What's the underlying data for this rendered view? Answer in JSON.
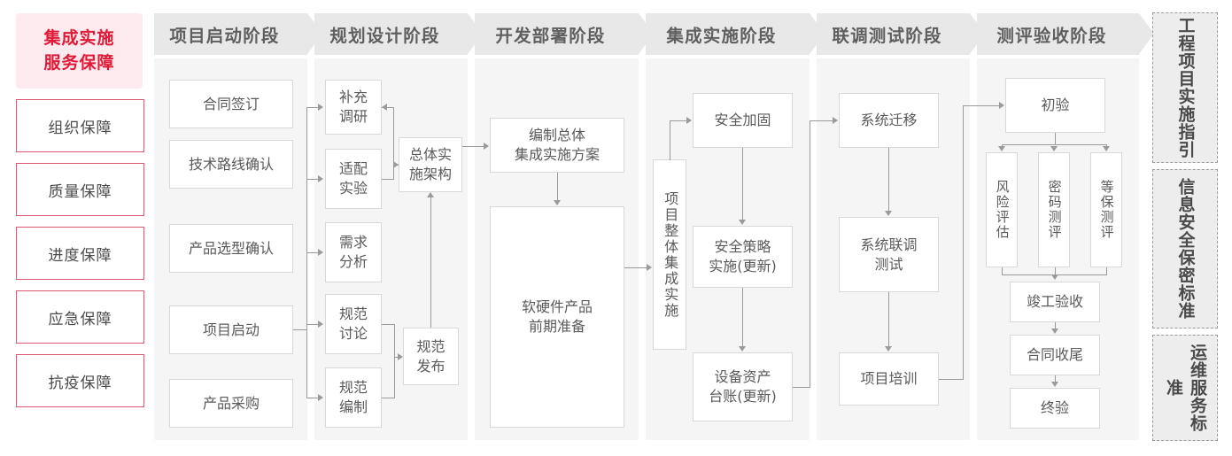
{
  "guarantee": {
    "title": "集成实施\n服务保障",
    "title_line1": "集成实施",
    "title_line2": "服务保障",
    "accent_color": "#e01a36",
    "title_bg": "#fdeaee",
    "border_color": "#e0566e",
    "items": [
      {
        "label": "组织保障"
      },
      {
        "label": "质量保障"
      },
      {
        "label": "进度保障"
      },
      {
        "label": "应急保障"
      },
      {
        "label": "抗疫保障"
      }
    ]
  },
  "phases": [
    {
      "id": "startup",
      "header": "项目启动阶段",
      "nodes": [
        {
          "id": "contract",
          "label": "合同签订"
        },
        {
          "id": "techroute",
          "label": "技术路线确认"
        },
        {
          "id": "product-select",
          "label": "产品选型确认"
        },
        {
          "id": "project-start",
          "label": "项目启动"
        },
        {
          "id": "procurement",
          "label": "产品采购"
        }
      ]
    },
    {
      "id": "planning",
      "header": "规划设计阶段",
      "nodes": [
        {
          "id": "supp-research",
          "label": "补充\n调研",
          "l1": "补充",
          "l2": "调研"
        },
        {
          "id": "adapt-test",
          "label": "适配\n实验",
          "l1": "适配",
          "l2": "实验"
        },
        {
          "id": "req-analysis",
          "label": "需求\n分析",
          "l1": "需求",
          "l2": "分析"
        },
        {
          "id": "spec-discuss",
          "label": "规范\n讨论",
          "l1": "规范",
          "l2": "讨论"
        },
        {
          "id": "spec-draft",
          "label": "规范\n编制",
          "l1": "规范",
          "l2": "编制"
        },
        {
          "id": "overall-arch",
          "label": "总体实\n施架构",
          "l1": "总体实",
          "l2": "施架构"
        },
        {
          "id": "spec-release",
          "label": "规范\n发布",
          "l1": "规范",
          "l2": "发布"
        }
      ]
    },
    {
      "id": "develop",
      "header": "开发部署阶段",
      "nodes": [
        {
          "id": "overall-plan",
          "label": "编制总体\n集成实施方案",
          "l1": "编制总体",
          "l2": "集成实施方案"
        },
        {
          "id": "hw-sw-prep",
          "label": "软硬件产品\n前期准备",
          "l1": "软硬件产品",
          "l2": "前期准备"
        }
      ]
    },
    {
      "id": "integration",
      "header": "集成实施阶段",
      "nodes": [
        {
          "id": "overall-integration",
          "label": "项目整体集成实施"
        },
        {
          "id": "sec-harden",
          "label": "安全加固"
        },
        {
          "id": "sec-policy",
          "label": "安全策略\n实施(更新)",
          "l1": "安全策略",
          "l2": "实施(更新)"
        },
        {
          "id": "asset-ledger",
          "label": "设备资产\n台账(更新)",
          "l1": "设备资产",
          "l2": "台账(更新)"
        }
      ]
    },
    {
      "id": "joint-test",
      "header": "联调测试阶段",
      "nodes": [
        {
          "id": "sys-migration",
          "label": "系统迁移"
        },
        {
          "id": "sys-joint-test",
          "label": "系统联调\n测试",
          "l1": "系统联调",
          "l2": "测试"
        },
        {
          "id": "project-training",
          "label": "项目培训"
        }
      ]
    },
    {
      "id": "acceptance",
      "header": "测评验收阶段",
      "nodes": [
        {
          "id": "prelim-accept",
          "label": "初验"
        },
        {
          "id": "risk-assess",
          "label": "风险评估"
        },
        {
          "id": "crypto-eval",
          "label": "密码测评"
        },
        {
          "id": "grade-eval",
          "label": "等保测评"
        },
        {
          "id": "completion-accept",
          "label": "竣工验收"
        },
        {
          "id": "contract-close",
          "label": "合同收尾"
        },
        {
          "id": "final-accept",
          "label": "终验"
        }
      ]
    }
  ],
  "standards": [
    {
      "id": "eng-guide",
      "label": "工程项目实施指引"
    },
    {
      "id": "infosec",
      "label": "信息安全保密标准"
    },
    {
      "id": "ops-service",
      "label": "运维服务标准"
    }
  ]
}
